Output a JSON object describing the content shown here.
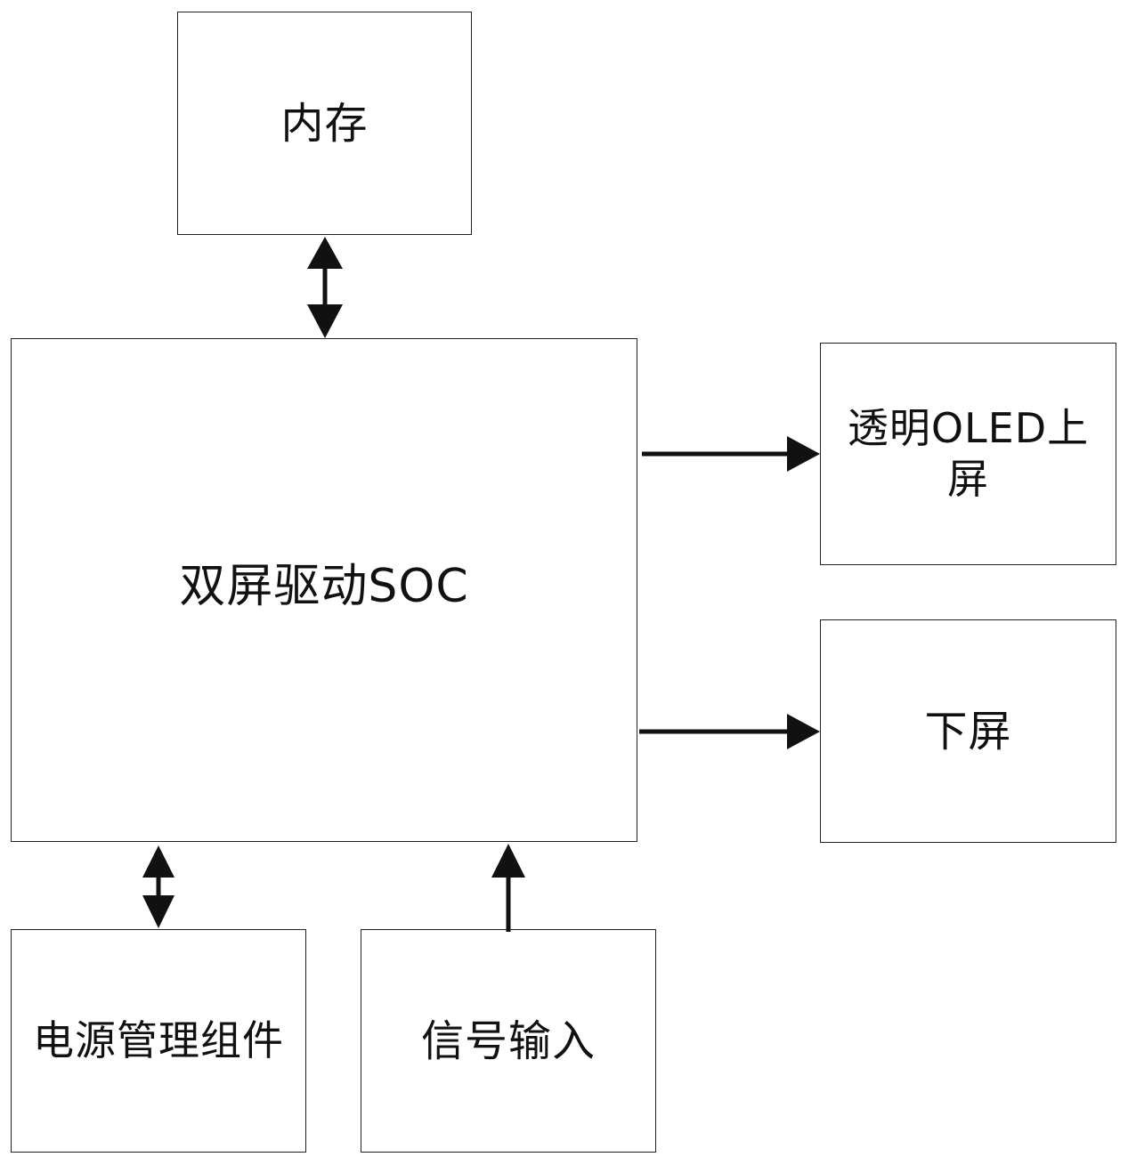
{
  "blocks": {
    "memory": "内存",
    "soc": "双屏驱动SOC",
    "upper_screen": "透明OLED上屏",
    "lower_screen": "下屏",
    "power": "电源管理组件",
    "signal": "信号输入"
  },
  "colors": {
    "stroke": "#222222",
    "arrow": "#111111",
    "background": "#ffffff"
  }
}
